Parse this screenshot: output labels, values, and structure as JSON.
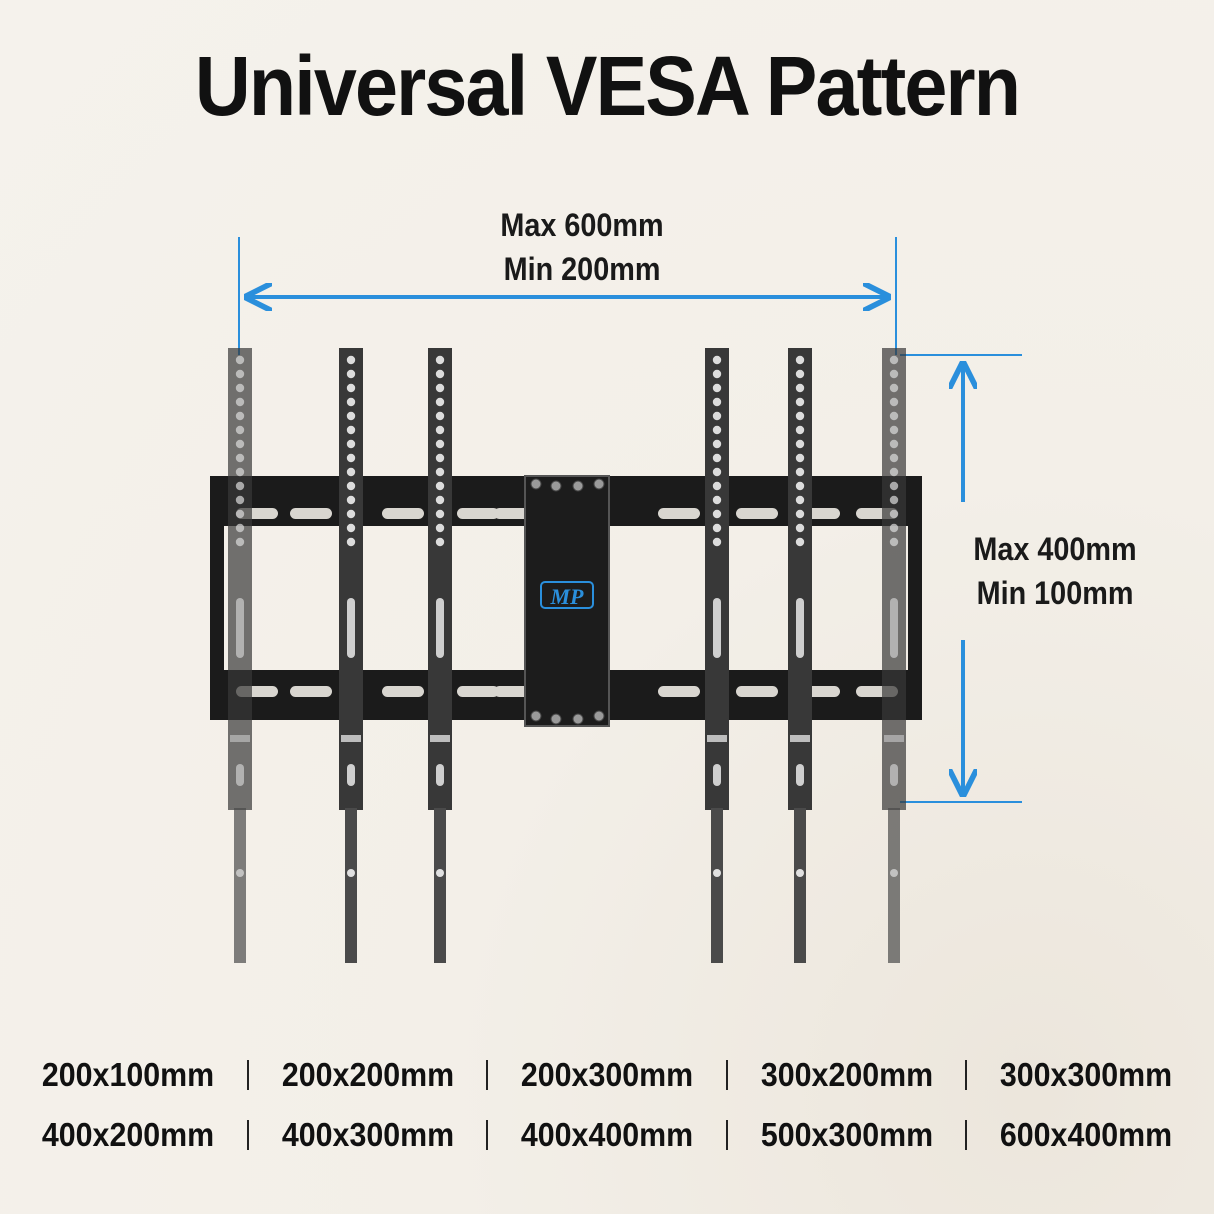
{
  "title": "Universal VESA Pattern",
  "width_range": {
    "max": "Max 600mm",
    "min": "Min 200mm"
  },
  "height_range": {
    "max": "Max 400mm",
    "min": "Min 100mm"
  },
  "logo_text": "MP",
  "colors": {
    "accent": "#2a8fdc",
    "bracket": "#1b1b1b",
    "arm": "#3a3a3a",
    "background": "#f4f1eb"
  },
  "patterns": [
    [
      "200x100mm",
      "200x200mm",
      "200x300mm",
      "300x200mm",
      "300x300mm"
    ],
    [
      "400x200mm",
      "400x300mm",
      "400x400mm",
      "500x300mm",
      "600x400mm"
    ]
  ]
}
